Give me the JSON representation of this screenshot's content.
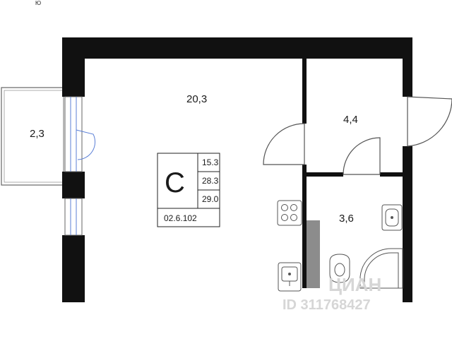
{
  "plan": {
    "rooms": {
      "main_room": {
        "area": "20,3"
      },
      "hall": {
        "area": "4,4"
      },
      "bathroom": {
        "area": "3,6"
      },
      "balcony": {
        "area": "2,3"
      }
    },
    "info_card": {
      "type_letter": "С",
      "living_area": "15.3",
      "total_area": "28.3",
      "total_with_balcony": "29.0",
      "code": "02.6.102"
    },
    "corner_marker": "Ю",
    "watermark": {
      "logo_text": "ЦИАН",
      "id_text": "ID 311768427"
    },
    "colors": {
      "wall": "#111111",
      "thin_line": "#555555",
      "window_blue": "#5b7fd6",
      "ventilation": "#8c8c8c",
      "watermark": "#d6d6d6"
    },
    "icons": [
      "stove-icon",
      "kitchen-sink-icon",
      "washbasin-icon",
      "toilet-icon",
      "shower-tray-icon"
    ]
  }
}
